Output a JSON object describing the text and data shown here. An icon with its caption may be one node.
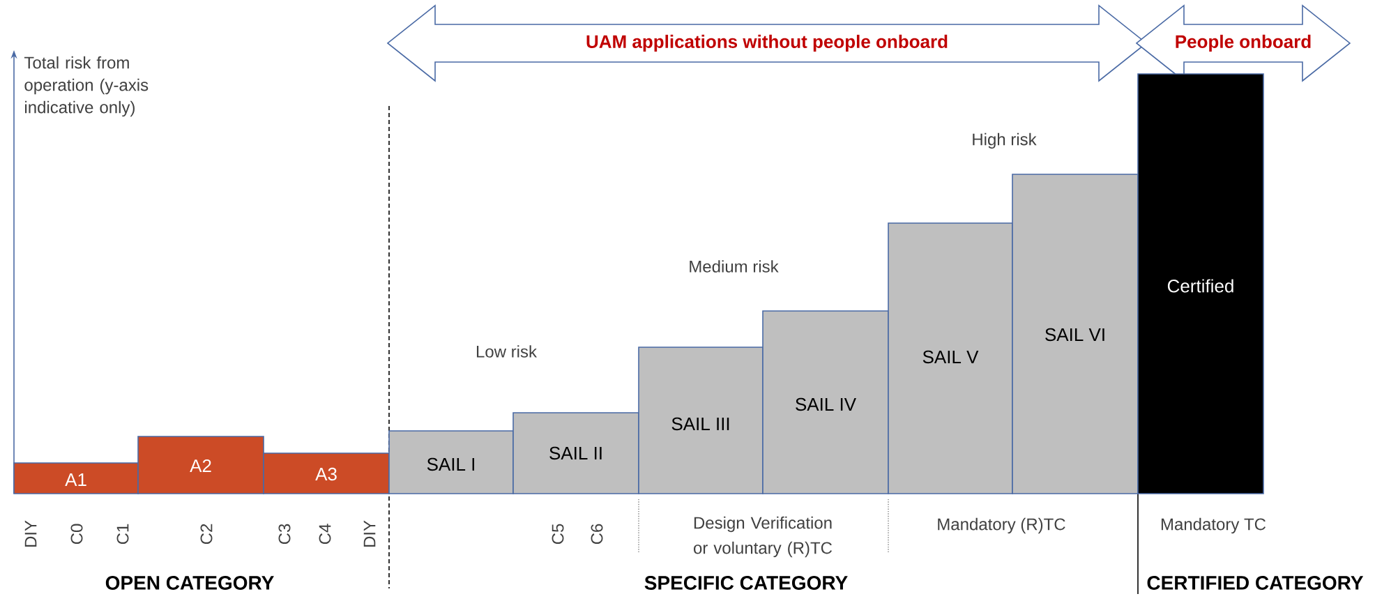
{
  "diagram": {
    "nodes": [
      {
        "text": [
          "UAM applications without people onboard"
        ]
      },
      {
        "text": [
          "People onboard"
        ]
      },
      {
        "text": [
          "A1"
        ]
      },
      {
        "text": [
          "A2"
        ]
      },
      {
        "text": [
          "A3"
        ]
      },
      {
        "text": [
          "SAIL I"
        ]
      },
      {
        "text": [
          "SAIL II"
        ]
      },
      {
        "text": [
          "SAIL III"
        ]
      },
      {
        "text": [
          "SAIL IV"
        ]
      },
      {
        "text": [
          "SAIL V"
        ]
      },
      {
        "text": [
          "SAIL VI"
        ]
      },
      {
        "text": [
          "Certified"
        ]
      }
    ],
    "labels": [
      "Total risk from operation (y-axis indicative only)",
      "High risk",
      "Medium risk",
      "Low risk",
      "DIY",
      "C0",
      "C1",
      "C2",
      "C3",
      "C4",
      "DIY",
      "C5",
      "C6",
      "Design Verification or voluntary (R)TC",
      "Mandatory (R)TC",
      "Mandatory TC",
      "OPEN CATEGORY",
      "SPECIFIC CATEGORY",
      "CERTIFIED CATEGORY"
    ]
  }
}
